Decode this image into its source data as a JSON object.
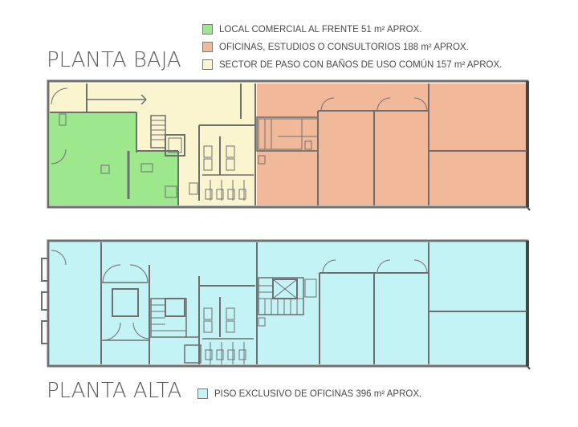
{
  "legend": [
    {
      "label": "LOCAL COMERCIAL AL FRENTE 51 m² APROX.",
      "color": "#9de88d"
    },
    {
      "label": "OFICINAS, ESTUDIOS O CONSULTORIOS 188 m² APROX.",
      "color": "#f1b99a"
    },
    {
      "label": "SECTOR DE PASO CON BAÑOS DE USO COMÚN 157 m² APROX.",
      "color": "#fbf5cf"
    }
  ],
  "ground_floor": {
    "title": "PLANTA BAJA"
  },
  "upper_floor": {
    "title": "PLANTA ALTA",
    "legend": {
      "label": "PISO EXCLUSIVO DE OFICINAS 396 m² APROX.",
      "color": "#c4f3f6"
    }
  }
}
